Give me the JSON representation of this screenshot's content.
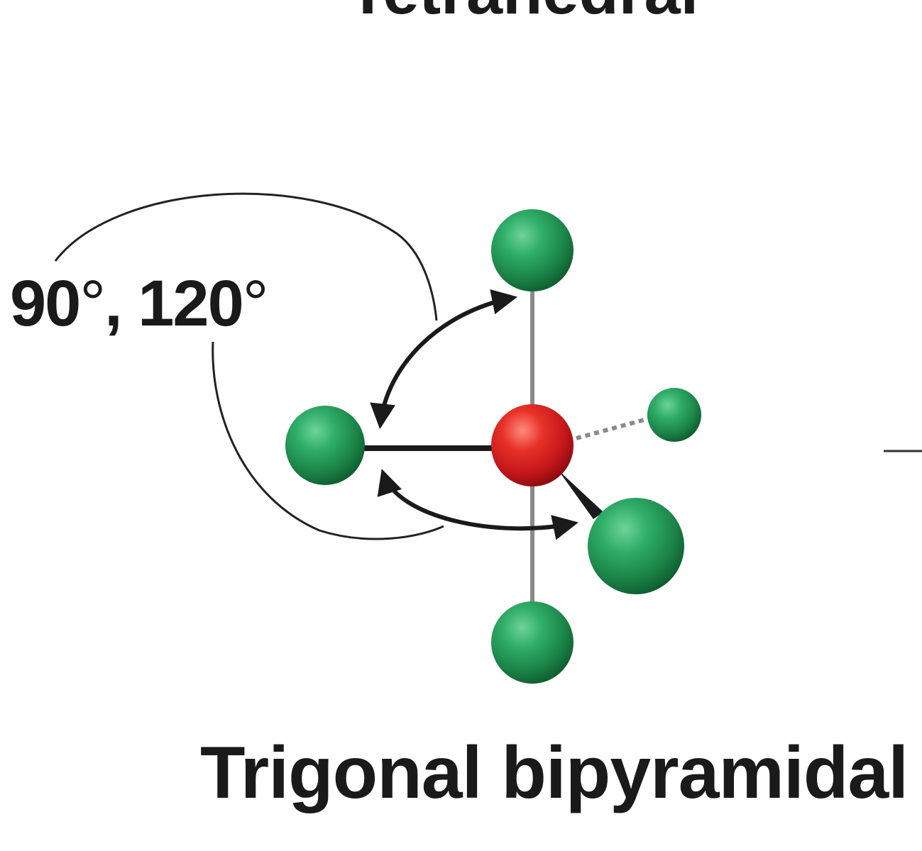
{
  "title_partial": "Tetrahedral",
  "angle_label": {
    "first": "90",
    "second": ", 120",
    "degree_symbol": "°"
  },
  "geometry_name": "Trigonal bipyramidal",
  "colors": {
    "central_atom": "#d8211f",
    "ligand_atom": "#1f9a55",
    "bond_line": "#8a8a8a",
    "arrow": "#1a1a1a"
  }
}
